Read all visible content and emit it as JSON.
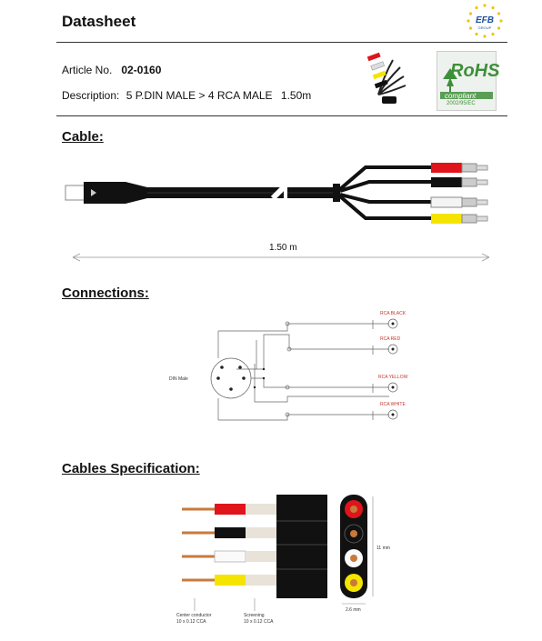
{
  "header": {
    "title": "Datasheet",
    "logo_text": "EFB GROUP"
  },
  "article": {
    "label": "Article No.",
    "number": "02-0160"
  },
  "description": {
    "label": "Description:",
    "value": "5 P.DIN MALE > 4 RCA MALE",
    "length": "1.50m"
  },
  "rohs": {
    "main": "RoHS",
    "sub": "compliant",
    "code": "2002/95/EC"
  },
  "sections": {
    "cable": "Cable:",
    "connections": "Connections:",
    "spec": "Cables Specification:"
  },
  "cable": {
    "length_label": "1.50 m"
  },
  "connections": {
    "din_label": "DIN Male",
    "rca_labels": [
      "RCA BLACK",
      "RCA RED",
      "RCA YELLOW",
      "RCA WHITE"
    ]
  },
  "spec": {
    "height_label": "11 mm",
    "width_label": "2.6 mm",
    "center_label": "Center conductor",
    "center_value": "10 x 0.12 CCA",
    "screen_label": "Screening",
    "screen_value": "10 x 0.12 CCA"
  },
  "colors": {
    "red": "#e0141b",
    "black": "#111111",
    "white": "#f4f4f4",
    "yellow": "#f5e400",
    "copper": "#c87a3c",
    "rohs_green": "#3f8f3a"
  }
}
